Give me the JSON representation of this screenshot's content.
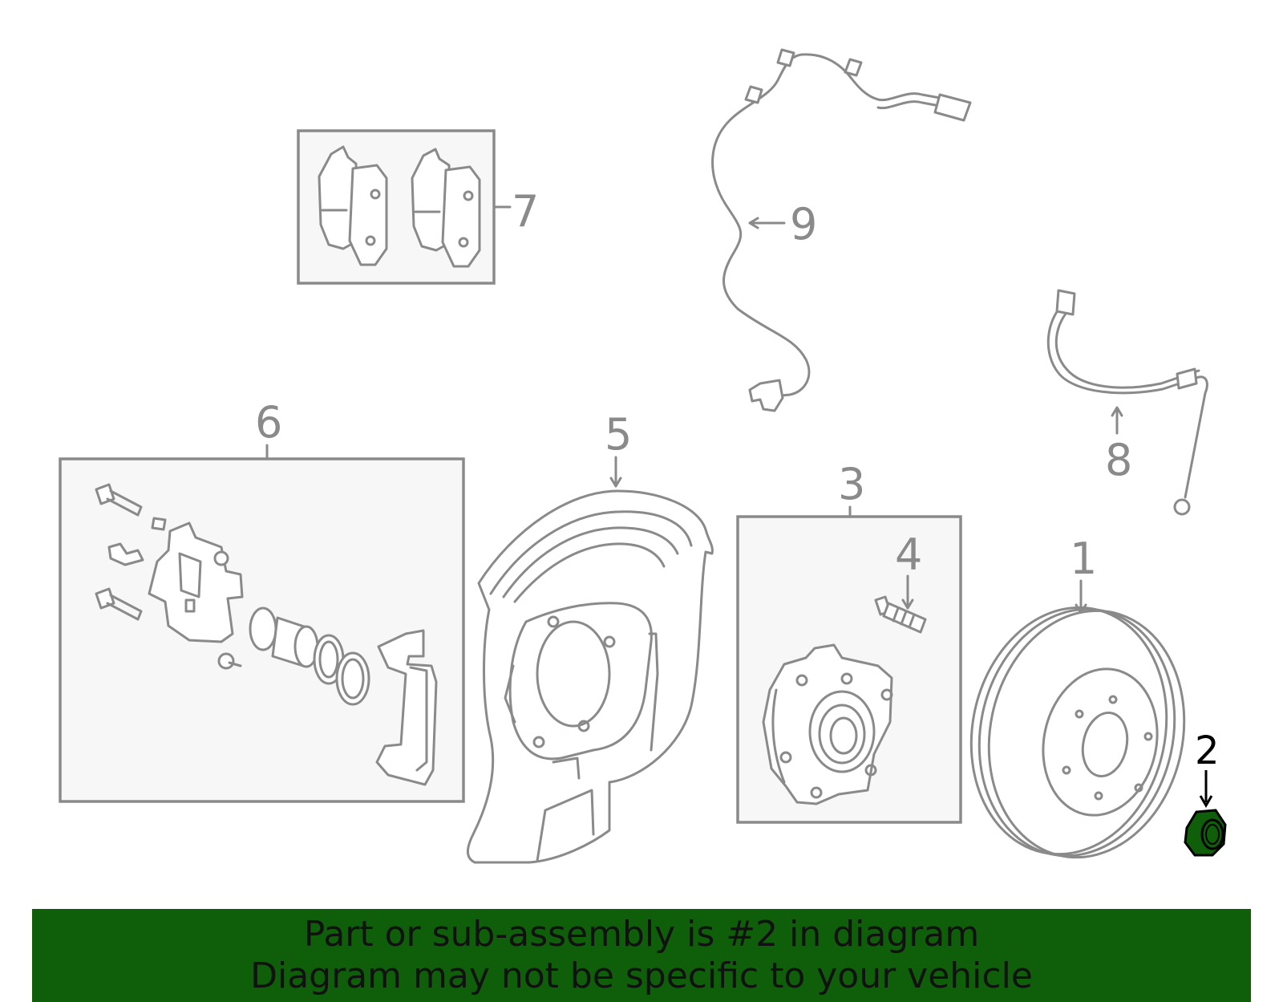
{
  "diagram": {
    "callouts": [
      {
        "id": "1",
        "label": "1"
      },
      {
        "id": "2",
        "label": "2"
      },
      {
        "id": "3",
        "label": "3"
      },
      {
        "id": "4",
        "label": "4"
      },
      {
        "id": "5",
        "label": "5"
      },
      {
        "id": "6",
        "label": "6"
      },
      {
        "id": "7",
        "label": "7"
      },
      {
        "id": "8",
        "label": "8"
      },
      {
        "id": "9",
        "label": "9"
      }
    ],
    "highlighted_part": "2",
    "highlight_color": "#0f5e0a",
    "line_color": "#8a8a8a"
  },
  "banner": {
    "line1": "Part or sub-assembly is #2 in diagram",
    "line2": "Diagram may not be specific to your vehicle",
    "background": "#0f5e0a"
  }
}
